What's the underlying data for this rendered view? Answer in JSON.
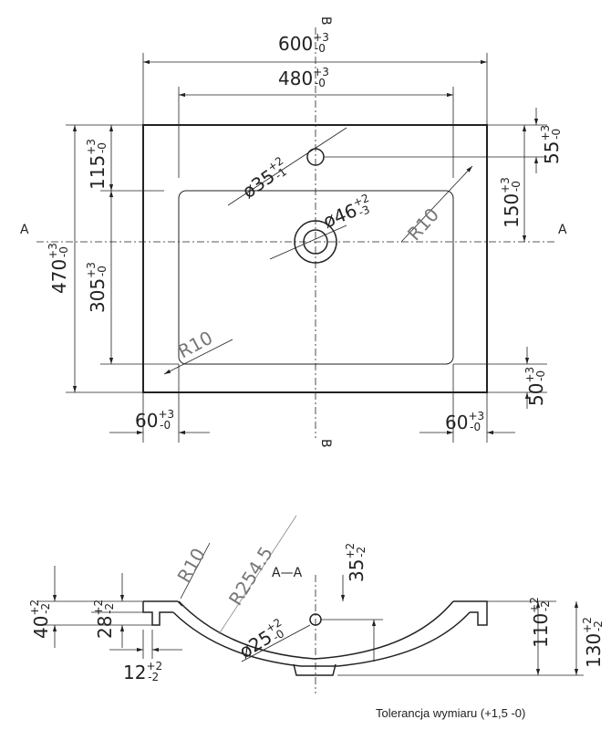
{
  "top_view": {
    "width_outer": "600",
    "width_inner": "480",
    "depth_outer": "470",
    "depth_back": "115",
    "depth_inner": "305",
    "tap_hole_dia": "ø35",
    "tap_tol_upper": "+2",
    "tap_tol_lower": "-1",
    "drain_dia": "ø46",
    "drain_tol_upper": "+2",
    "drain_tol_lower": "-3",
    "radius_top": "R10",
    "radius_bottom": "R10",
    "tap_offset": "55",
    "drain_offset": "150",
    "front_rim": "50",
    "side_left": "60",
    "side_right": "60",
    "tol_upper": "+3",
    "tol_lower": "-0",
    "section_a": "A",
    "section_b": "B"
  },
  "section_view": {
    "title": "A—A",
    "height_total": "40",
    "height_rim": "28",
    "wall": "12",
    "radius_rim": "R10",
    "radius_bowl": "R254.5",
    "overflow_dia": "ø25",
    "overflow_tol_upper": "+2",
    "overflow_tol_lower": "-0",
    "overflow_height": "35",
    "bowl_depth": "110",
    "overall_height": "130",
    "tol_upper": "+2",
    "tol_lower": "-2"
  },
  "footer": {
    "tolerance_note": "Tolerancja wymiaru (+1,5 -0)"
  }
}
